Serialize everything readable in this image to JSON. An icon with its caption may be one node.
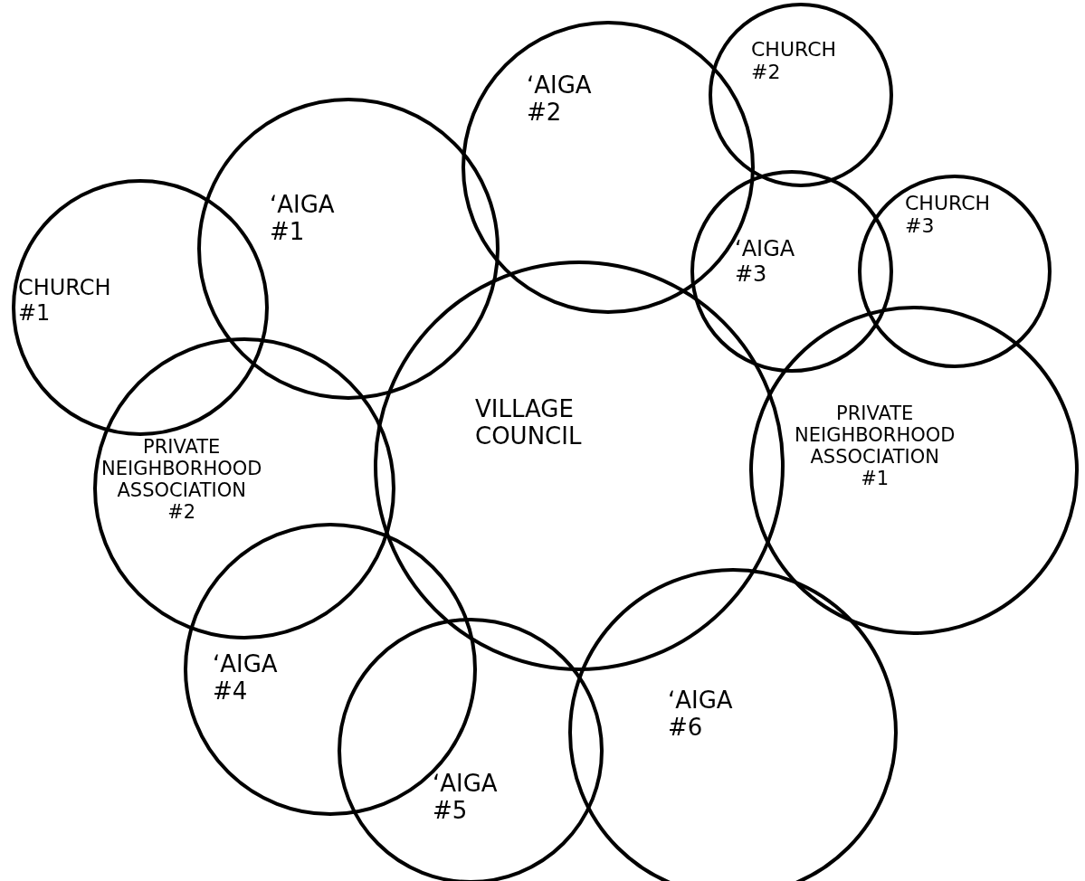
{
  "diagram": {
    "nodes": [
      {
        "text": [
          "VILLAGE COUNCIL"
        ]
      },
      {
        "text": [
          "CHURCH #1"
        ]
      },
      {
        "text": [
          "ʻAIGA #1"
        ]
      },
      {
        "text": [
          "ʻAIGA #2"
        ]
      },
      {
        "text": [
          "CHURCH #2"
        ]
      },
      {
        "text": [
          "ʻAIGA #3"
        ]
      },
      {
        "text": [
          "CHURCH #3"
        ]
      },
      {
        "text": [
          "PRIVATE NEIGHBORHOOD ASSOCIATION #2"
        ]
      },
      {
        "text": [
          "PRIVATE NEIGHBORHOOD ASSOCIATION #1"
        ]
      },
      {
        "text": [
          "ʻAIGA #4"
        ]
      },
      {
        "text": [
          "ʻAIGA #6"
        ]
      },
      {
        "text": [
          "ʻAIGA #5"
        ]
      }
    ]
  }
}
